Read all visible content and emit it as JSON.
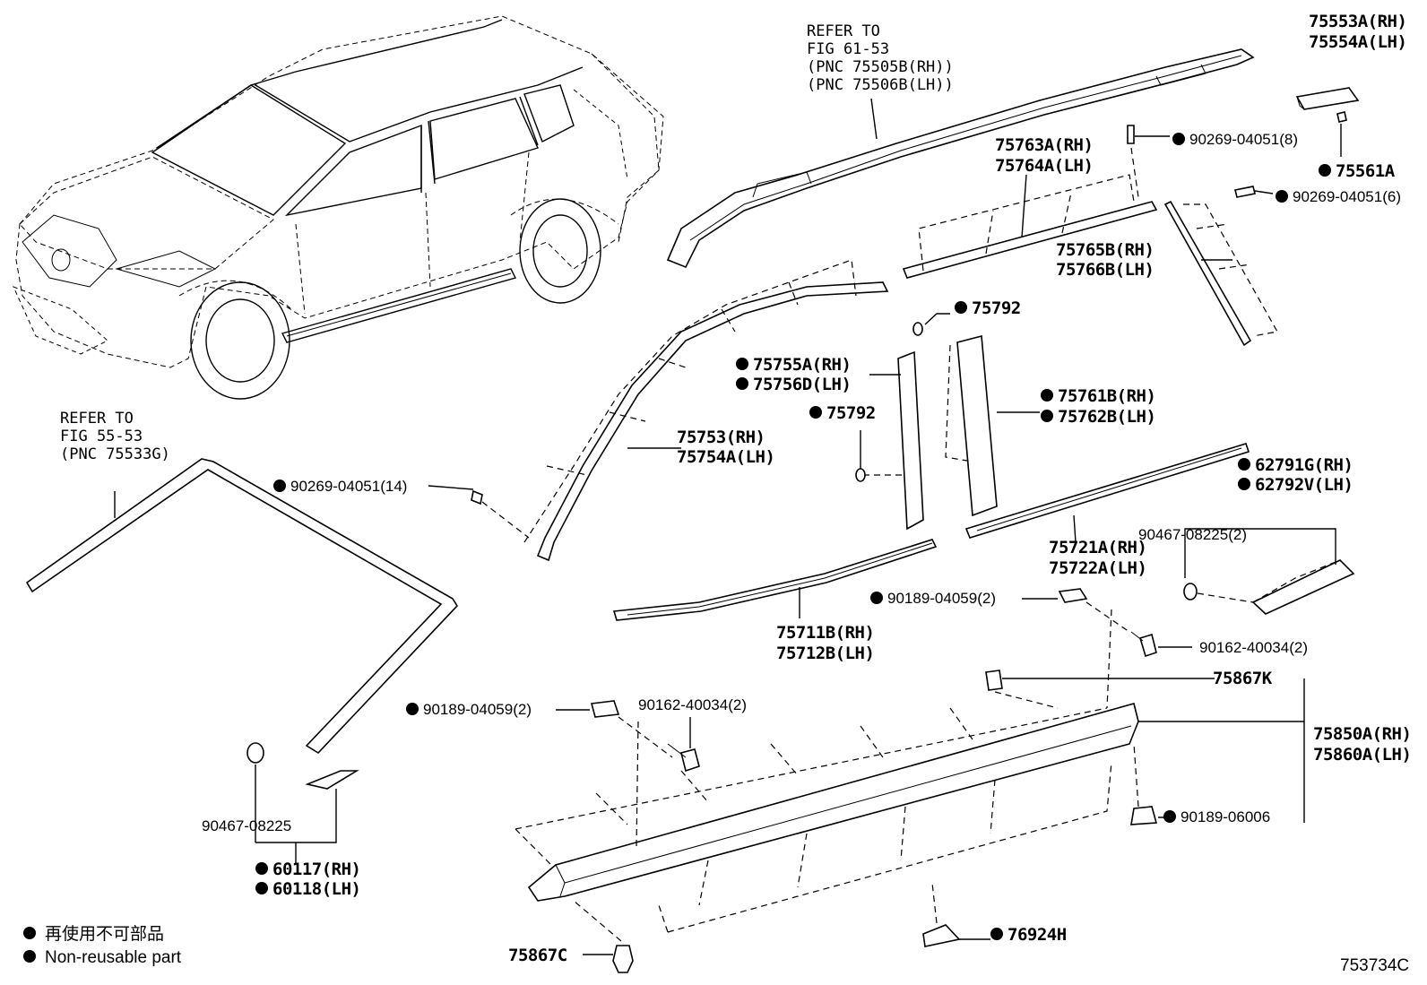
{
  "labels": {
    "roof_ref": [
      "REFER TO",
      "FIG 61-53",
      "(PNC 75505B(RH))",
      "(PNC 75506B(LH))"
    ],
    "windshield_ref": [
      "REFER TO",
      "FIG 55-53",
      "(PNC 75533G)"
    ],
    "p75553": [
      "75553A(RH)",
      "75554A(LH)"
    ],
    "p90269_8": "90269-04051(8)",
    "p75561": "75561A",
    "p90269_6": "90269-04051(6)",
    "p75763": [
      "75763A(RH)",
      "75764A(LH)"
    ],
    "p75765": [
      "75765B(RH)",
      "75766B(LH)"
    ],
    "p75792a": "75792",
    "p75755": [
      "75755A(RH)",
      "75756D(LH)"
    ],
    "p75761": [
      "75761B(RH)",
      "75762B(LH)"
    ],
    "p75792b": "75792",
    "p75753": [
      "75753(RH)",
      "75754A(LH)"
    ],
    "p90269_14": "90269-04051(14)",
    "p62791": [
      "62791G(RH)",
      "62792V(LH)"
    ],
    "p90467_2": "90467-08225(2)",
    "p75721": [
      "75721A(RH)",
      "75722A(LH)"
    ],
    "p90189_r": "90189-04059(2)",
    "p90162_r": "90162-40034(2)",
    "p75711": [
      "75711B(RH)",
      "75712B(LH)"
    ],
    "p75867k": "75867K",
    "p90189_l": "90189-04059(2)",
    "p90162_l": "90162-40034(2)",
    "p75850": [
      "75850A(RH)",
      "75860A(LH)"
    ],
    "p90189_06006": "90189-06006",
    "p90467": "90467-08225",
    "p60117": [
      "60117(RH)",
      "60118(LH)"
    ],
    "p75867c": "75867C",
    "p76924": "76924H"
  },
  "legend": {
    "line1": "再使用不可部品",
    "line2": "Non-reusable part"
  },
  "figure_code": "753734C"
}
